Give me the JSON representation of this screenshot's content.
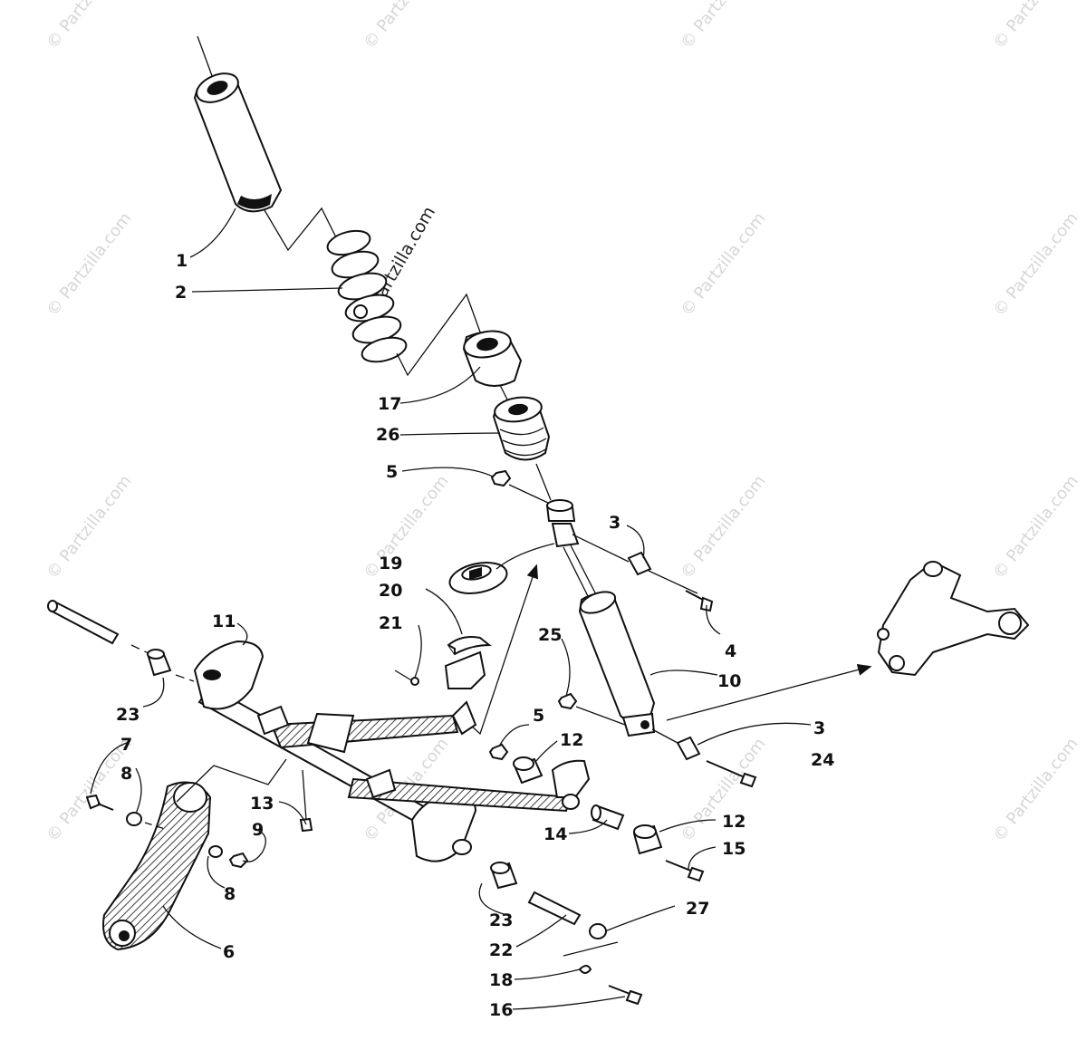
{
  "watermark": {
    "text": "© Partzilla.com",
    "center_text": "Partzilla.com"
  },
  "callouts": [
    {
      "id": "c1",
      "text": "1"
    },
    {
      "id": "c2",
      "text": "2"
    },
    {
      "id": "c17",
      "text": "17"
    },
    {
      "id": "c26",
      "text": "26"
    },
    {
      "id": "c5a",
      "text": "5"
    },
    {
      "id": "c3a",
      "text": "3"
    },
    {
      "id": "c19",
      "text": "19"
    },
    {
      "id": "c4",
      "text": "4"
    },
    {
      "id": "c20",
      "text": "20"
    },
    {
      "id": "c11",
      "text": "11"
    },
    {
      "id": "c21",
      "text": "21"
    },
    {
      "id": "c25",
      "text": "25"
    },
    {
      "id": "c10",
      "text": "10"
    },
    {
      "id": "c23a",
      "text": "23"
    },
    {
      "id": "c5b",
      "text": "5"
    },
    {
      "id": "c12a",
      "text": "12"
    },
    {
      "id": "c3b",
      "text": "3"
    },
    {
      "id": "c24",
      "text": "24"
    },
    {
      "id": "c7",
      "text": "7"
    },
    {
      "id": "c8a",
      "text": "8"
    },
    {
      "id": "c13",
      "text": "13"
    },
    {
      "id": "c9",
      "text": "9"
    },
    {
      "id": "c14",
      "text": "14"
    },
    {
      "id": "c12b",
      "text": "12"
    },
    {
      "id": "c15",
      "text": "15"
    },
    {
      "id": "c8b",
      "text": "8"
    },
    {
      "id": "c23b",
      "text": "23"
    },
    {
      "id": "c27",
      "text": "27"
    },
    {
      "id": "c22",
      "text": "22"
    },
    {
      "id": "c6",
      "text": "6"
    },
    {
      "id": "c18",
      "text": "18"
    },
    {
      "id": "c16",
      "text": "16"
    }
  ]
}
